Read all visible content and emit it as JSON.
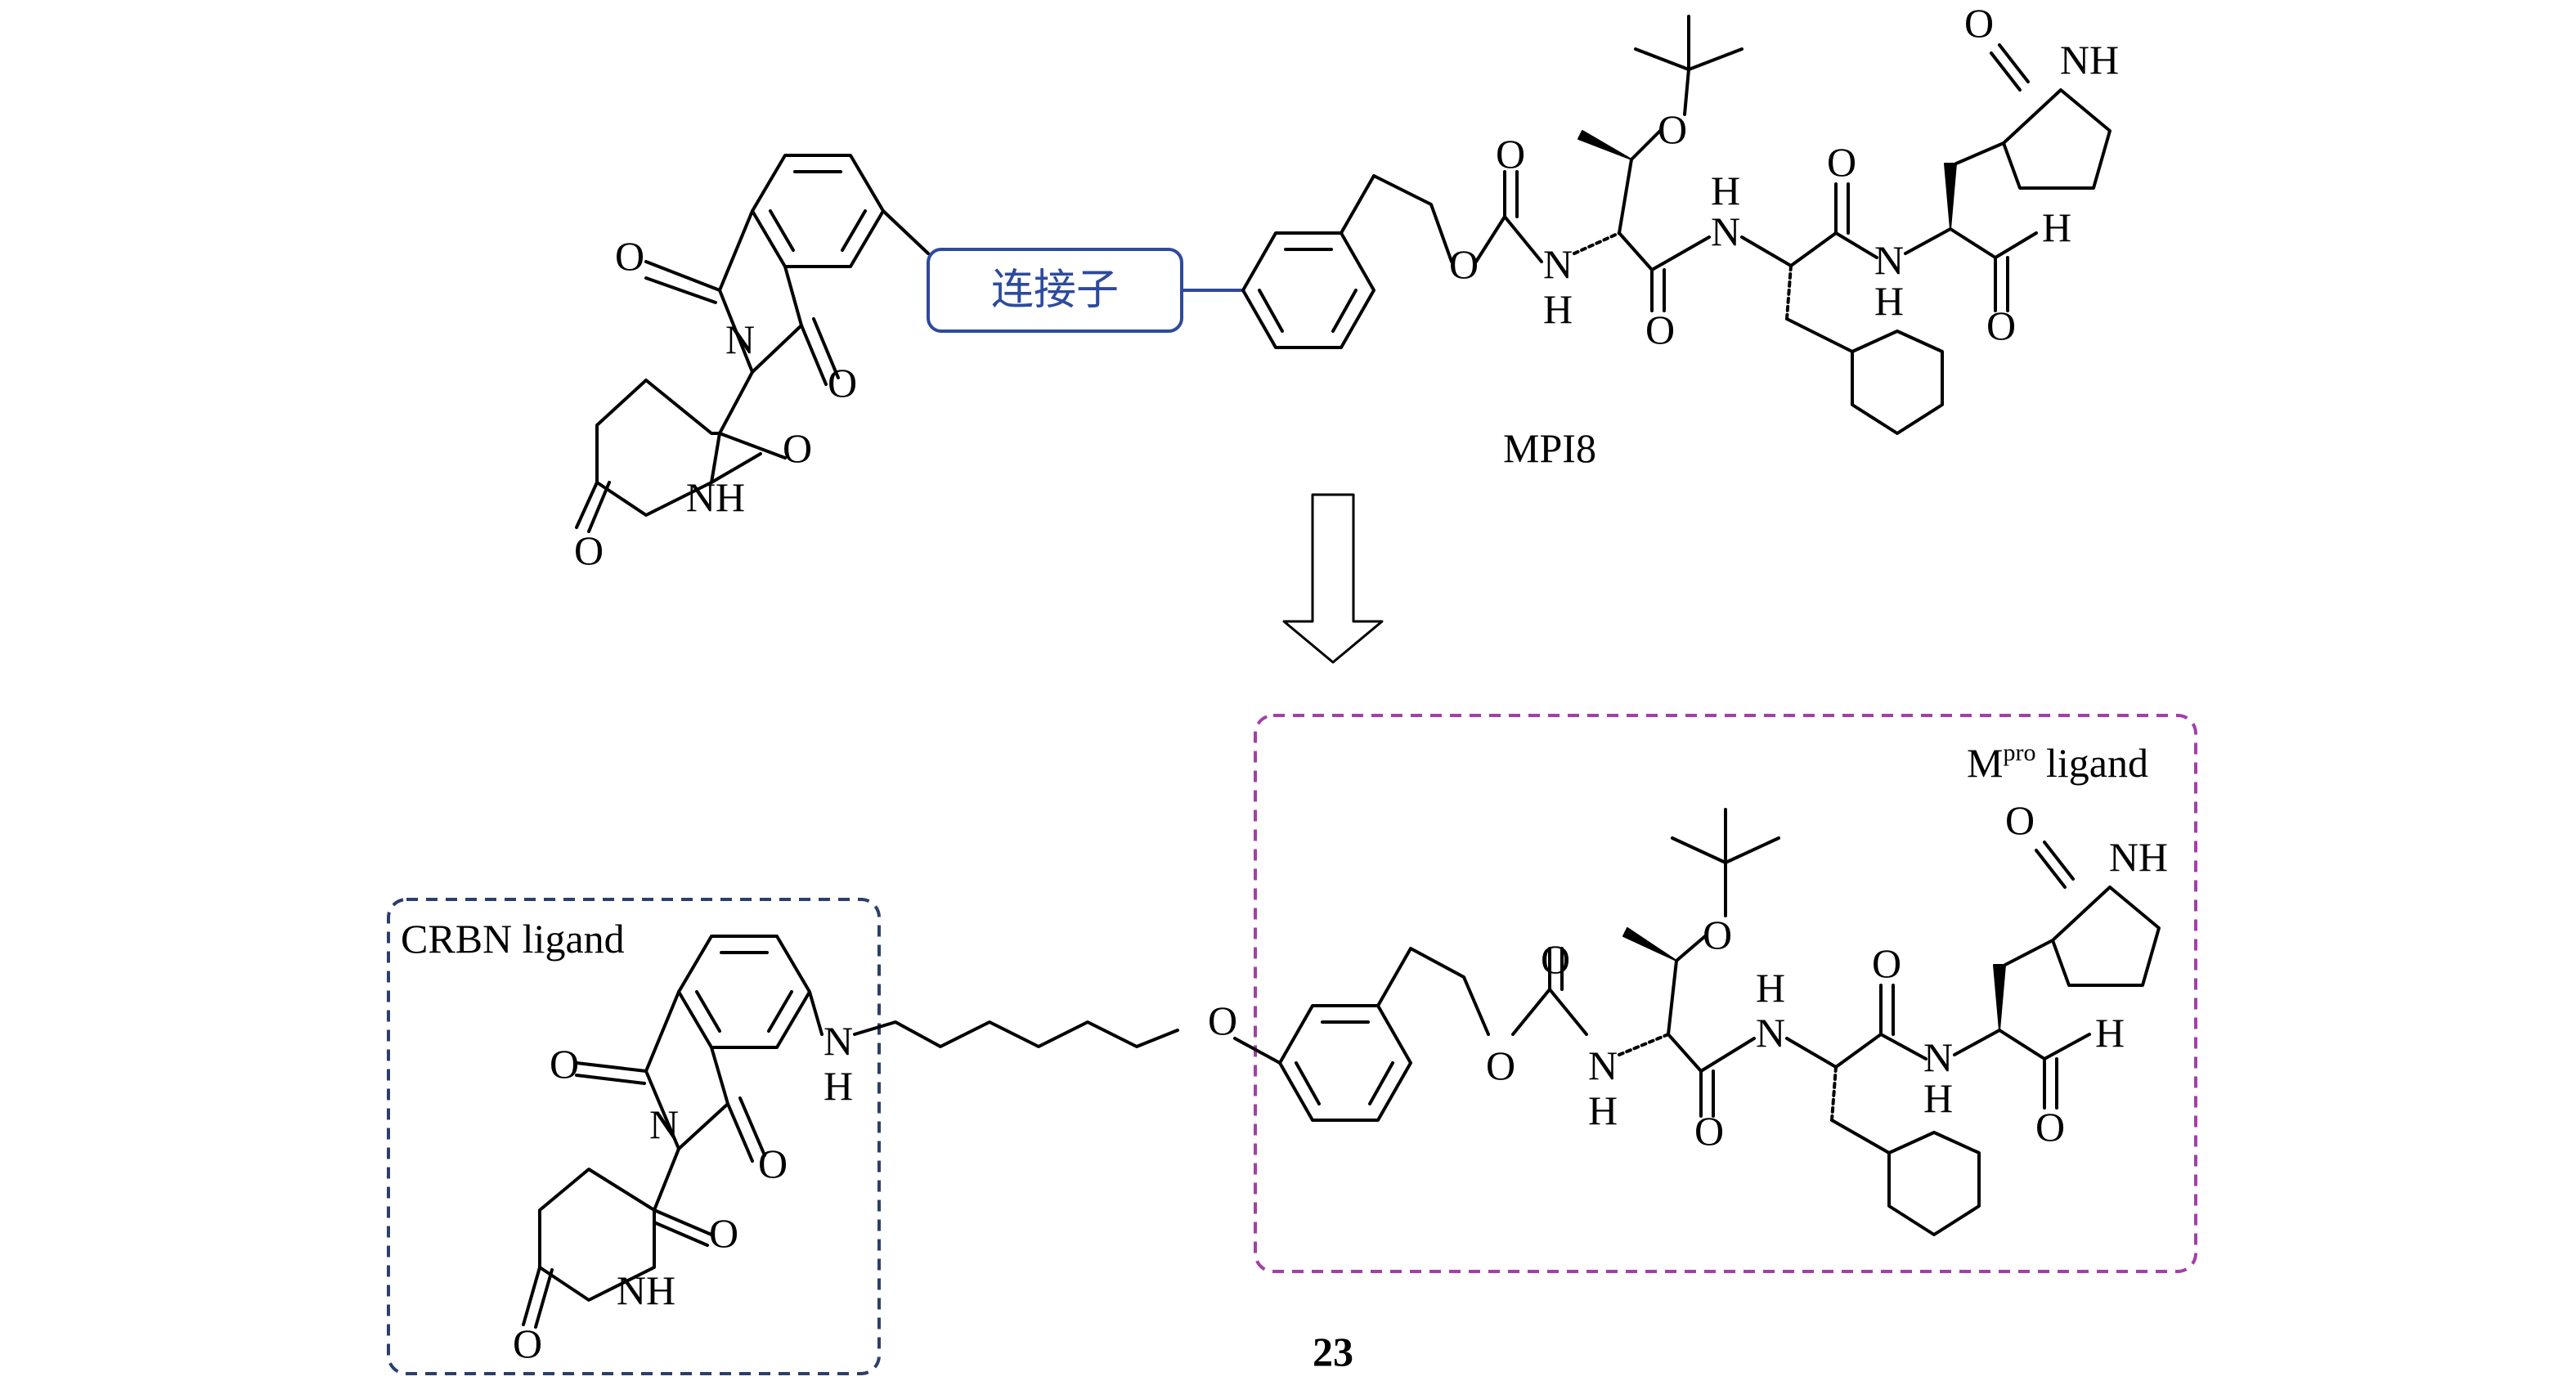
{
  "top": {
    "linker_label": "连接子",
    "compound_name": "MPI8"
  },
  "bottom": {
    "compound_number": "23",
    "crbn_label": "CRBN ligand",
    "mpro_label_main": "M",
    "mpro_label_sup": "pro",
    "mpro_label_tail": " ligand"
  },
  "atoms": {
    "o": "O",
    "n": "N",
    "h": "H",
    "nh": "NH"
  },
  "colors": {
    "linker_box": "#2e4a9c",
    "crbn_box": "#2b3f6b",
    "mpro_box": "#a23fa6",
    "bond": "#000000"
  }
}
